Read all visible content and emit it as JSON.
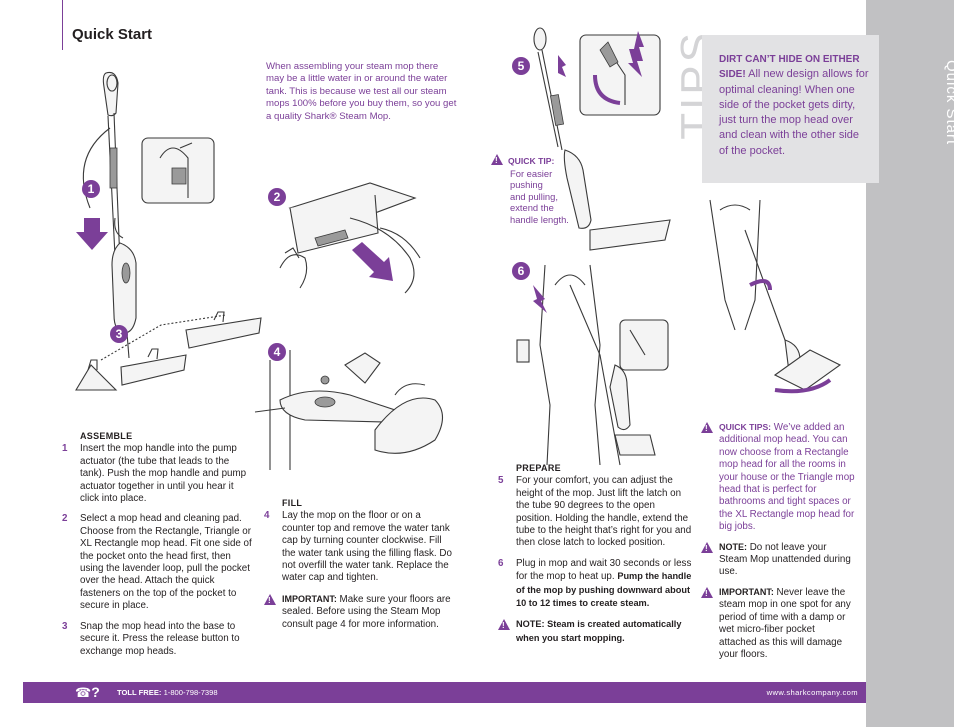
{
  "page": {
    "title": "Quick Start",
    "sidebar_label": "Quick Start",
    "tips_word": "TIPS"
  },
  "intro_note": "When assembling your steam mop there may be a little water in or around the water tank. This is because we test all our steam mops 100% before you buy them, so you get a quality Shark® Steam Mop.",
  "figure_badges": [
    "1",
    "2",
    "3",
    "4",
    "5",
    "6"
  ],
  "assemble": {
    "heading": "ASSEMBLE",
    "steps": [
      {
        "num": "1",
        "text": "Insert the mop handle into the pump actuator (the tube that leads to the tank). Push the mop handle and pump actuator together in until you hear it click into place."
      },
      {
        "num": "2",
        "text": "Select a mop head and cleaning pad. Choose from the Rectangle, Triangle or XL Rectangle  mop head. Fit one side of the pocket onto the head first, then using the lavender loop, pull the pocket over the head. Attach the quick fasteners on the top of the pocket to secure in place."
      },
      {
        "num": "3",
        "text": "Snap the mop head into the base to secure it. Press the release button to exchange mop heads."
      }
    ]
  },
  "fill": {
    "heading": "FILL",
    "steps": [
      {
        "num": "4",
        "text": "Lay the mop on the floor or on a counter top and remove the water tank cap by turning counter clockwise. Fill the water tank using the filling flask. Do not overfill the water tank. Replace the water cap and tighten."
      }
    ],
    "important_label": "IMPORTANT:",
    "important_text": " Make sure your floors are sealed. Before using the Steam Mop consult page 4 for more information."
  },
  "quick_tip": {
    "label": "QUICK TIP:",
    "lines": [
      "For easier",
      "pushing",
      "and pulling,",
      "extend the",
      "handle length."
    ]
  },
  "prepare": {
    "heading": "PREPARE",
    "steps": [
      {
        "num": "5",
        "text": "For your comfort, you can adjust the height of the mop. Just lift the latch on the tube 90 degrees to the open position. Holding the handle, extend the tube to the height that’s right for you and then close latch to locked position."
      },
      {
        "num": "6",
        "text": "Plug in mop and wait 30 seconds or less for the mop to heat up. ",
        "bold": "Pump the handle of the mop by pushing downward about 10 to 12 times to create steam."
      }
    ],
    "note": "NOTE: Steam is created automatically when you start mopping."
  },
  "tipbox": {
    "bold": "DIRT CAN’T HIDE ON EITHER SIDE!",
    "text": " All new design allows for optimal cleaning! When one side of the pocket gets dirty, just turn the mop head over and clean with the other side of the pocket."
  },
  "right_notes": {
    "quick_tips_label": "QUICK TIPS:",
    "quick_tips_text": " We’ve added an additional mop head. You can now choose from a Rectangle mop head for all the rooms in your house or the Triangle mop head that is perfect for bathrooms and tight spaces or the XL Rectangle mop head for big jobs.",
    "note_label": "NOTE:",
    "note_text": " Do not leave your Steam Mop unattended during use.",
    "important_label": "IMPORTANT:",
    "important_text": " Never leave the steam mop in one spot for any period of time with a damp or wet micro-fiber pocket attached as this will damage your floors."
  },
  "footer": {
    "phone_icon_suffix": "?",
    "toll_free_label": "TOLL FREE:",
    "phone": " 1-800-798-7398",
    "website": "www.sharkcompany.com"
  },
  "colors": {
    "accent": "#7b3f98",
    "sidebar": "#c1c1c3",
    "tipbox": "#e2e2e4"
  }
}
